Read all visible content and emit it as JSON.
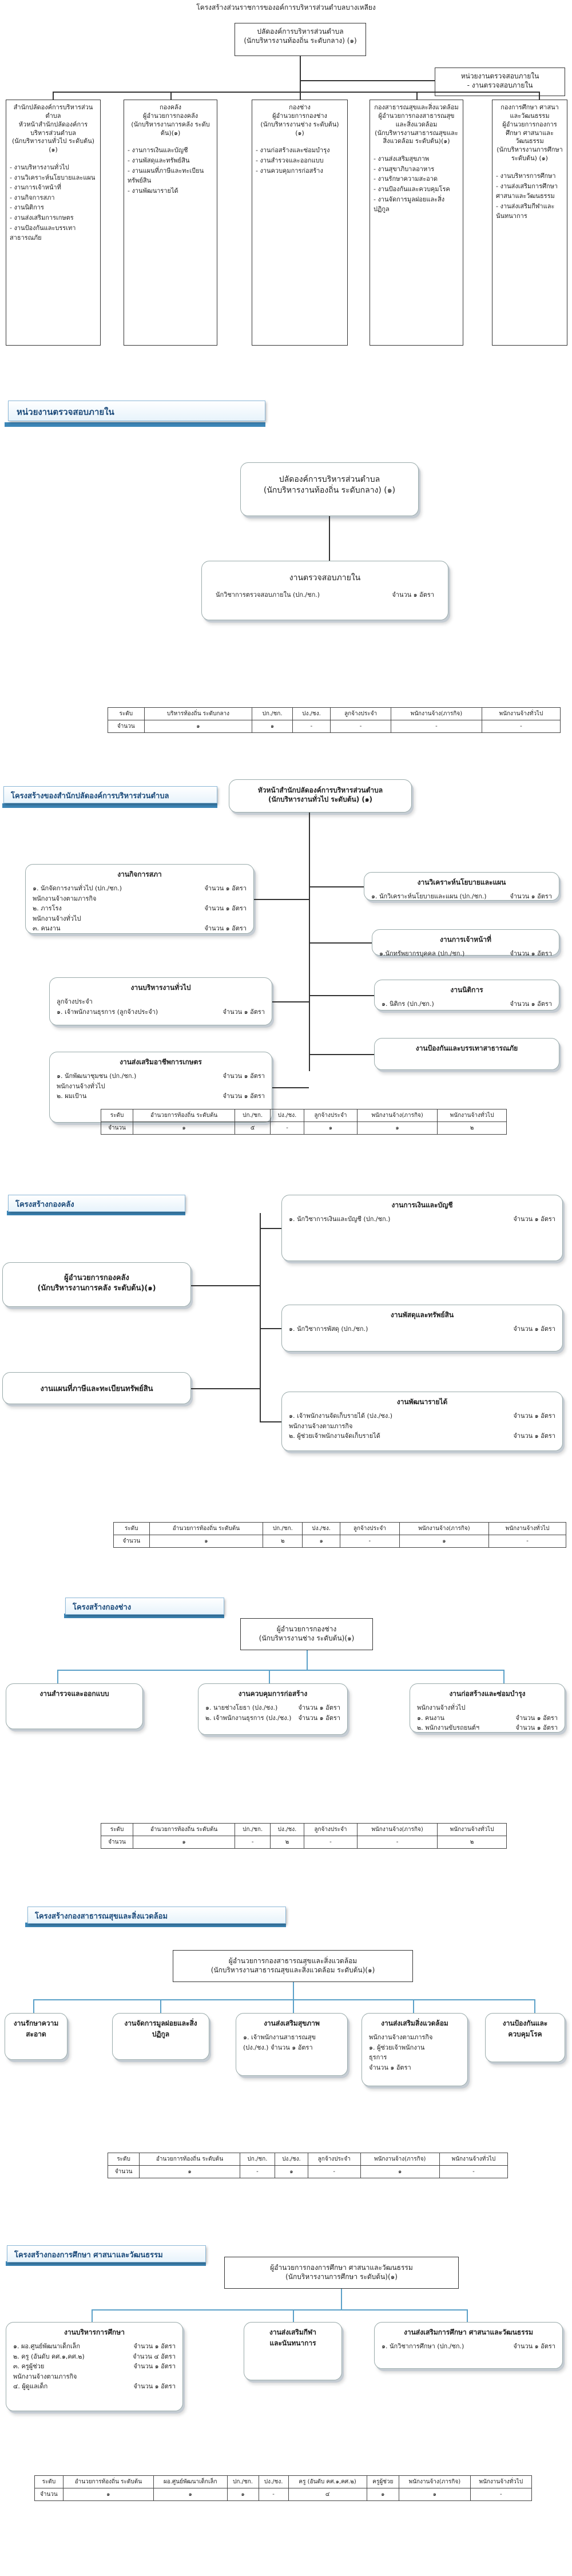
{
  "top": {
    "title": "โครงสร้างส่วนราชการของอค์การบริหารส่วนตำบลบางเหลียง",
    "chief": "ปลัดองค์การบริหารส่วนตำบล\n(นักบริหารงานท้องถิ่น ระดับกลาง) (๑)",
    "audit": "หน่วยงานตรวจสอบภายใน\n- งานตรวจสอบภายใน",
    "divisions": [
      {
        "title": "สำนักปลัดองค์การบริหารส่วนตำบล\nหัวหน้าสำนักปลัดองค์การบริหารส่วนตำบล\n(นักบริหารงานทั่วไป ระดับต้น)(๑)",
        "items": [
          "- งานบริหารงานทั่วไป",
          "- งานวิเคราะห์นโยบายและแผน",
          "- งานการเจ้าหน้าที่",
          "- งานกิจการสภา",
          "- งานนิติการ",
          "- งานส่งเสริมการเกษตร",
          "- งานป้องกันและบรรเทาสาธารณภัย"
        ]
      },
      {
        "title": "กองคลัง\nผู้อำนวยการกองคลัง\n(นักบริหารงานการคลัง ระดับต้น)(๑)",
        "items": [
          "- งานการเงินและบัญชี",
          "- งานพัสดุและทรัพย์สิน",
          "- งานแผนที่ภาษีและทะเบียนทรัพย์สิน",
          "- งานพัฒนารายได้"
        ]
      },
      {
        "title": "กองช่าง\nผู้อำนวยการกองช่าง\n(นักบริหารงานช่าง ระดับต้น)\n(๑)",
        "items": [
          "- งานก่อสร้างและซ่อมบำรุง",
          "- งานสำรวจและออกแบบ",
          "- งานควบคุมการก่อสร้าง"
        ]
      },
      {
        "title": "กองสาธารณสุขและสิ่งแวดล้อม\nผู้อำนวยการกองสาธารณสุขและสิ่งแวดล้อม\n(นักบริหารงานสาธารณสุขและสิ่งแวดล้อม ระดับต้น)(๑)",
        "items": [
          "- งานส่งเสริมสุขภาพ",
          "- งานสุขาภิบาลอาหาร",
          "- งานรักษาความสะอาด",
          "- งานป้องกันและควบคุมโรค",
          "- งานจัดการมูลฝอยและสิ่งปฏิกูล"
        ]
      },
      {
        "title": "กองการศึกษา ศาสนาและวัฒนธรรม\nผู้อำนวยการกองการศึกษา ศาสนาและวัฒนธรรม\n(นักบริหารงานการศึกษา ระดับต้น) (๑)",
        "items": [
          "- งานบริหารการศึกษา",
          "- งานส่งเสริมการศึกษา ศาสนาและวัฒนธรรม",
          "- งานส่งเสริมกีฬาและนันทนาการ"
        ]
      }
    ]
  },
  "audit_section": {
    "banner": "หน่วยงานตรวจสอบภายใน",
    "chief": "ปลัดองค์การบริหารส่วนตำบล\n(นักบริหารงานท้องถิ่น ระดับกลาง) (๑)",
    "unit_title": "งานตรวจสอบภายใน",
    "unit_position": "นักวิชาการตรวจสอบภายใน (ปก./ชก.)",
    "unit_count": "จำนวน ๑ อัตรา",
    "table": {
      "headers": [
        "ระดับ",
        "บริหารท้องถิ่น ระดับกลาง",
        "ปก./ชก.",
        "ปง./ชง.",
        "ลูกจ้างประจำ",
        "พนักงานจ้าง(ภารกิจ)",
        "พนักงานจ้างทั่วไป"
      ],
      "row": [
        "จำนวน",
        "๑",
        "๑",
        "-",
        "-",
        "-",
        "-"
      ]
    }
  },
  "office_section": {
    "banner": "โครงสร้างของสำนักปลัดองค์การบริหารส่วนตำบล",
    "head": "หัวหน้าสำนักปลัดองค์การบริหารส่วนตำบล\n(นักบริหารงานทั่วไป ระดับต้น) (๑)",
    "left_units": [
      {
        "title": "งานกิจการสภา",
        "lines": [
          [
            "๑. นักจัดการงานทั่วไป (ปก./ชก.)",
            "จำนวน ๑ อัตรา"
          ],
          [
            "พนักงานจ้างตามภารกิจ",
            ""
          ],
          [
            "๒. ภารโรง",
            "จำนวน ๑ อัตรา"
          ],
          [
            "พนักงานจ้างทั่วไป",
            ""
          ],
          [
            "๓. คนงาน",
            "จำนวน ๑ อัตรา"
          ]
        ]
      },
      {
        "title": "งานบริหารงานทั่วไป",
        "lines": [
          [
            "ลูกจ้างประจำ",
            ""
          ],
          [
            "๑. เจ้าพนักงานธุรการ (ลูกจ้างประจำ)",
            "จำนวน ๑ อัตรา"
          ]
        ]
      },
      {
        "title": "งานส่งเสริมอาชีพการเกษตร",
        "lines": [
          [
            "๑. นักพัฒนาชุมชน (ปก./ชก.)",
            "จำนวน ๑ อัตรา"
          ],
          [
            "พนักงานจ้างทั่วไป",
            ""
          ],
          [
            "๒. ผมเป้าน",
            "จำนวน ๑ อัตรา"
          ]
        ]
      }
    ],
    "right_units": [
      {
        "title": "งานวิเคราะห์นโยบายและแผน",
        "lines": [
          [
            "๑. นักวิเคราะห์นโยบายและแผน (ปก./ชก.)",
            "จำนวน ๑ อัตรา"
          ]
        ]
      },
      {
        "title": "งานการเจ้าหน้าที่",
        "lines": [
          [
            "๑.นักทรัพยากรบุคคล (ปก./ชก.)",
            "จำนวน ๑ อัตรา"
          ]
        ]
      },
      {
        "title": "งานนิติการ",
        "lines": [
          [
            "๑. นิติกร (ปก./ชก.)",
            "จำนวน ๑ อัตรา"
          ]
        ]
      },
      {
        "title": "งานป้องกันและบรรเทาสาธารณภัย",
        "lines": []
      }
    ],
    "table": {
      "headers": [
        "ระดับ",
        "อำนวยการท้องถิ่น ระดับต้น",
        "ปก./ชก.",
        "ปง./ชง.",
        "ลูกจ้างประจำ",
        "พนักงานจ้าง(ภารกิจ)",
        "พนักงานจ้างทั่วไป"
      ],
      "row": [
        "จำนวน",
        "๑",
        "๕",
        "-",
        "๑",
        "๑",
        "๒"
      ]
    }
  },
  "finance_section": {
    "banner": "โครงสร้างกองคลัง",
    "head": "ผู้อำนวยการกองคลัง\n(นักบริหารงานการคลัง ระดับต้น)(๑)",
    "left_unit": "งานแผนที่ภาษีและทะเบียนทรัพย์สิน",
    "units": [
      {
        "title": "งานการเงินและบัญชี",
        "lines": [
          [
            "๑. นักวิชาการเงินและบัญชี (ปก./ชก.)",
            "จำนวน ๑ อัตรา"
          ]
        ]
      },
      {
        "title": "งานพัสดุและทรัพย์สิน",
        "lines": [
          [
            "๑. นักวิชาการพัสดุ (ปก./ชก.)",
            "จำนวน ๑ อัตรา"
          ]
        ]
      },
      {
        "title": "งานพัฒนารายได้",
        "lines": [
          [
            "๑. เจ้าพนักงานจัดเก็บรายได้ (ปง./ชง.)",
            "จำนวน ๑ อัตรา"
          ],
          [
            "พนักงานจ้างตามภารกิจ",
            ""
          ],
          [
            "๒. ผู้ช่วยเจ้าพนักงานจัดเก็บรายได้",
            "จำนวน ๑ อัตรา"
          ]
        ]
      }
    ],
    "table": {
      "headers": [
        "ระดับ",
        "อำนวยการท้องถิ่น ระดับต้น",
        "ปก./ชก.",
        "ปง./ชง.",
        "ลูกจ้างประจำ",
        "พนักงานจ้าง(ภารกิจ)",
        "พนักงานจ้างทั่วไป"
      ],
      "row": [
        "จำนวน",
        "๑",
        "๒",
        "๑",
        "-",
        "๑",
        "-"
      ]
    }
  },
  "works_section": {
    "banner": "โครงสร้างกองช่าง",
    "head": "ผู้อำนวยการกองช่าง\n(นักบริหารงานช่าง ระดับต้น)(๑)",
    "units": [
      {
        "title": "งานสำรวจและออกแบบ",
        "lines": []
      },
      {
        "title": "งานควบคุมการก่อสร้าง",
        "lines": [
          [
            "๑. นายช่างโยธา (ปง./ชง.)",
            "จำนวน ๑ อัตรา"
          ],
          [
            "๒. เจ้าพนักงานธุรการ (ปง./ชง.)",
            "จำนวน ๑ อัตรา"
          ]
        ]
      },
      {
        "title": "งานก่อสร้างและซ่อมบำรุง",
        "lines": [
          [
            "พนักงานจ้างทั่วไป",
            ""
          ],
          [
            "๑. คนงาน",
            "จำนวน ๑ อัตรา"
          ],
          [
            "๒. พนักงานขับรถยนต์ฯ",
            "จำนวน ๑ อัตรา"
          ]
        ]
      }
    ],
    "table": {
      "headers": [
        "ระดับ",
        "อำนวยการท้องถิ่น ระดับต้น",
        "ปก./ชก.",
        "ปง./ชง.",
        "ลูกจ้างประจำ",
        "พนักงานจ้าง(ภารกิจ)",
        "พนักงานจ้างทั่วไป"
      ],
      "row": [
        "จำนวน",
        "๑",
        "-",
        "๒",
        "-",
        "-",
        "๒"
      ]
    }
  },
  "health_section": {
    "banner": "โครงสร้างกองสาธารณสุขและสิ่งแวดล้อม",
    "head": "ผู้อำนวยการกองสาธารณสุขและสิ่งแวดล้อม\n(นักบริหารงานสาธารณสุขและสิ่งแวดล้อม ระดับต้น)(๑)",
    "units": [
      {
        "title": "งานรักษาความสะอาด",
        "lines": []
      },
      {
        "title": "งานจัดการมูลฝอยและสิ่งปฏิกูล",
        "lines": []
      },
      {
        "title": "งานส่งเสริมสุขภาพ",
        "lines": [
          [
            "๑. เจ้าพนักงานสาธารณสุข",
            ""
          ],
          [
            "(ปง./ชง.) จำนวน ๑ อัตรา",
            ""
          ]
        ]
      },
      {
        "title": "งานส่งเสริมสิ่งแวดล้อม",
        "lines": [
          [
            "พนักงานจ้างตามภารกิจ",
            ""
          ],
          [
            "๑. ผู้ช่วยเจ้าพนักงาน",
            ""
          ],
          [
            "ธุรการ",
            ""
          ],
          [
            "จำนวน ๑ อัตรา",
            ""
          ]
        ]
      },
      {
        "title": "งานป้องกันและควบคุมโรค",
        "lines": []
      }
    ],
    "table": {
      "headers": [
        "ระดับ",
        "อำนวยการท้องถิ่น ระดับต้น",
        "ปก./ชก.",
        "ปง./ชง.",
        "ลูกจ้างประจำ",
        "พนักงานจ้าง(ภารกิจ)",
        "พนักงานจ้างทั่วไป"
      ],
      "row": [
        "จำนวน",
        "๑",
        "-",
        "๑",
        "-",
        "๑",
        "-"
      ]
    }
  },
  "edu_section": {
    "banner": "โครงสร้างกองการศึกษา ศาสนาและวัฒนธรรม",
    "head": "ผู้อำนวยการกองการศึกษา ศาสนาและวัฒนธรรม\n(นักบริหารงานการศึกษา ระดับต้น)(๑)",
    "units": [
      {
        "title": "งานบริหารการศึกษา",
        "lines": [
          [
            "๑. ผอ.ศูนย์พัฒนาเด็กเล็ก",
            "จำนวน ๑ อัตรา"
          ],
          [
            "๒. ครู (อันดับ คศ.๑,คศ.๒)",
            "จำนวน ๔ อัตรา"
          ],
          [
            "๓. ครูผู้ช่วย",
            "จำนวน ๑ อัตรา"
          ],
          [
            "พนักงานจ้างตามภารกิจ",
            ""
          ],
          [
            "๔. ผู้ดูแลเด็ก",
            "จำนวน ๑ อัตรา"
          ]
        ]
      },
      {
        "title": "งานส่งเสริมกีฬา\nและนันทนาการ",
        "lines": []
      },
      {
        "title": "งานส่งเสริมการศึกษา ศาสนาและวัฒนธรรม",
        "lines": [
          [
            "๑. นักวิชาการศึกษา (ปก./ชก.)",
            "จำนวน ๑ อัตรา"
          ]
        ]
      }
    ],
    "table": {
      "headers": [
        "ระดับ",
        "อำนวยการท้องถิ่น ระดับต้น",
        "ผอ.ศูนย์พัฒนาเด็กเล็ก",
        "ปก./ชก.",
        "ปง./ชง.",
        "ครู (อันดับ คศ.๑,คศ.๒)",
        "ครูผู้ช่วย",
        "พนักงานจ้าง(ภารกิจ)",
        "พนักงานจ้างทั่วไป"
      ],
      "row": [
        "จำนวน",
        "๑",
        "๑",
        "๑",
        "-",
        "๔",
        "๑",
        "๑",
        "-"
      ]
    }
  }
}
